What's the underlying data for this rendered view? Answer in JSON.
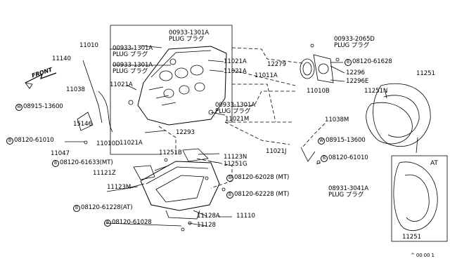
{
  "front_label": "FRONT",
  "plug_text": "PLUG プラグ",
  "inset_label": "AT",
  "footer_code": "^ 00 00 1",
  "callouts": {
    "p11010": "11010",
    "p11140": "11140",
    "p11038": "11038",
    "w08915a": "08915-13600",
    "p15146": "15146",
    "b08120_61010a": "08120-61010",
    "p11047": "11047",
    "p11010d": "11010D",
    "p00933_1301a_top": "00933-1301A",
    "p00933_1301a_left1": "00933-1301A",
    "p00933_1301a_left2": "00933-1301A",
    "p11021a_1": "11021A",
    "p11021a_2": "11021A",
    "p11021a_3": "11021A",
    "p11021a_4": "11021A",
    "p00933_2065d": "00933-2065D",
    "b08120_61628": "08120-61628",
    "p12279": "12279",
    "p11011a": "11011A",
    "p12296": "12296",
    "p12296e": "12296E",
    "p11010b": "11010B",
    "p11251": "11251",
    "p11251n": "11251N",
    "p00933_1301a_mid": "00933-1301A",
    "p11021m": "11021M",
    "p12293": "12293",
    "p11038m": "11038M",
    "w08915b": "08915-13600",
    "b08120_61010b": "08120-61010",
    "p11021j": "11021J",
    "p11251b": "11251B",
    "p11123n": "11123N",
    "p11251g": "11251G",
    "b08120_61633": "08120-61633(MT)",
    "p11121z": "11121Z",
    "p11123m": "11123M",
    "b08120_62028": "08120-62028 (MT)",
    "b08120_62228": "08120-62228 (MT)",
    "p08931_3041a": "08931-3041A",
    "b08120_61228": "08120-61228(AT)",
    "p11128a": "11128A",
    "p11110": "11110",
    "p11128": "11128",
    "b08120_61028": "08120-61028",
    "p11251_inset": "11251"
  }
}
